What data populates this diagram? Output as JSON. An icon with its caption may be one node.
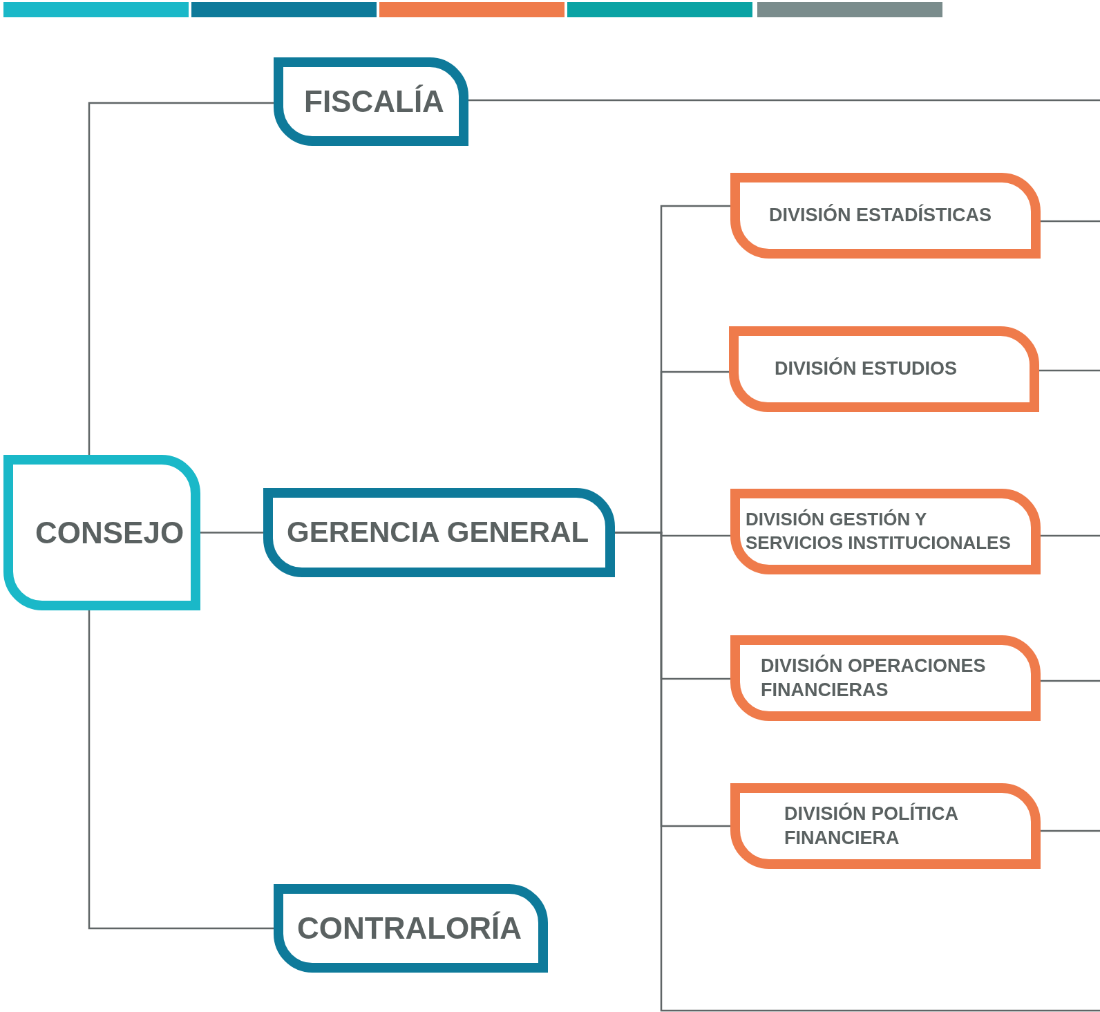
{
  "diagram": {
    "nodes": [
      {
        "text": [
          "CONSEJO"
        ]
      },
      {
        "text": [
          "FISCALÍA"
        ]
      },
      {
        "text": [
          "GERENCIA GENERAL"
        ]
      },
      {
        "text": [
          "CONTRALORÍA"
        ]
      },
      {
        "text": [
          "DIVISIÓN ESTADÍSTICAS"
        ]
      },
      {
        "text": [
          "DIVISIÓN ESTUDIOS"
        ]
      },
      {
        "text": [
          "DIVISIÓN GESTIÓN Y SERVICIOS INSTITUCIONALES"
        ]
      },
      {
        "text": [
          "DIVISIÓN OPERACIONES FINANCIERAS"
        ]
      },
      {
        "text": [
          "DIVISIÓN POLÍTICA FINANCIERA"
        ]
      }
    ],
    "edges": [
      {
        "from": 0,
        "to": 1,
        "arrow": "none"
      },
      {
        "from": 0,
        "to": 2,
        "arrow": "none"
      },
      {
        "from": 0,
        "to": 3,
        "arrow": "none"
      },
      {
        "from": 2,
        "to": 4,
        "arrow": "none"
      },
      {
        "from": 2,
        "to": 5,
        "arrow": "none"
      },
      {
        "from": 2,
        "to": 6,
        "arrow": "none"
      },
      {
        "from": 2,
        "to": 7,
        "arrow": "none"
      },
      {
        "from": 2,
        "to": 8,
        "arrow": "none"
      },
      {
        "from": 2,
        "to": null,
        "arrow": "none"
      },
      {
        "from": 1,
        "to": null,
        "arrow": "none"
      },
      {
        "from": 4,
        "to": null,
        "arrow": "none"
      },
      {
        "from": 5,
        "to": null,
        "arrow": "none"
      },
      {
        "from": 6,
        "to": null,
        "arrow": "none"
      },
      {
        "from": 7,
        "to": null,
        "arrow": "none"
      },
      {
        "from": 8,
        "to": null,
        "arrow": "none"
      }
    ]
  }
}
